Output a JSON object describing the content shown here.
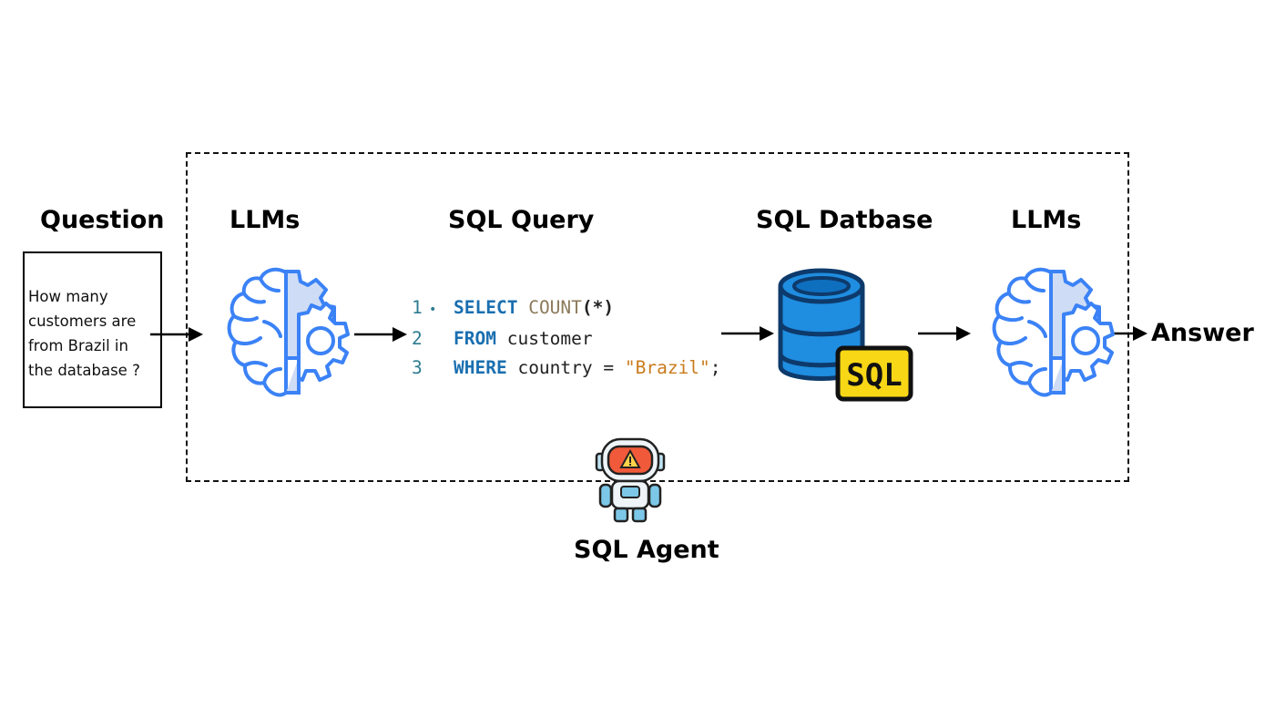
{
  "headings": {
    "question": "Question",
    "llms_1": "LLMs",
    "sql_query": "SQL Query",
    "sql_database": "SQL Datbase",
    "llms_2": "LLMs",
    "answer": "Answer",
    "agent": "SQL Agent"
  },
  "question": {
    "lines": [
      "How many",
      "customers are",
      "from Brazil in",
      "the database ?"
    ]
  },
  "sql_code": {
    "lines": [
      {
        "num": "1",
        "marker": "•",
        "keyword": "SELECT",
        "fn": "COUNT",
        "rest": "(*)"
      },
      {
        "num": "2",
        "keyword": "FROM",
        "rest": "customer"
      },
      {
        "num": "3",
        "keyword": "WHERE",
        "rest": "country = ",
        "str": "\"Brazil\"",
        "end": ";"
      }
    ]
  },
  "db_badge": "SQL",
  "colors": {
    "brain_outline": "#3b82f6",
    "brain_fill": "#ffffff",
    "gear_fill": "#cfdcf5",
    "db_blue": "#1f8de0",
    "db_dark": "#0d3a6b",
    "sql_badge": "#f7d716",
    "robot_visor": "#f05a3a"
  },
  "icons": [
    "brain-gear-icon",
    "database-icon",
    "robot-icon",
    "arrow-right-icon"
  ]
}
